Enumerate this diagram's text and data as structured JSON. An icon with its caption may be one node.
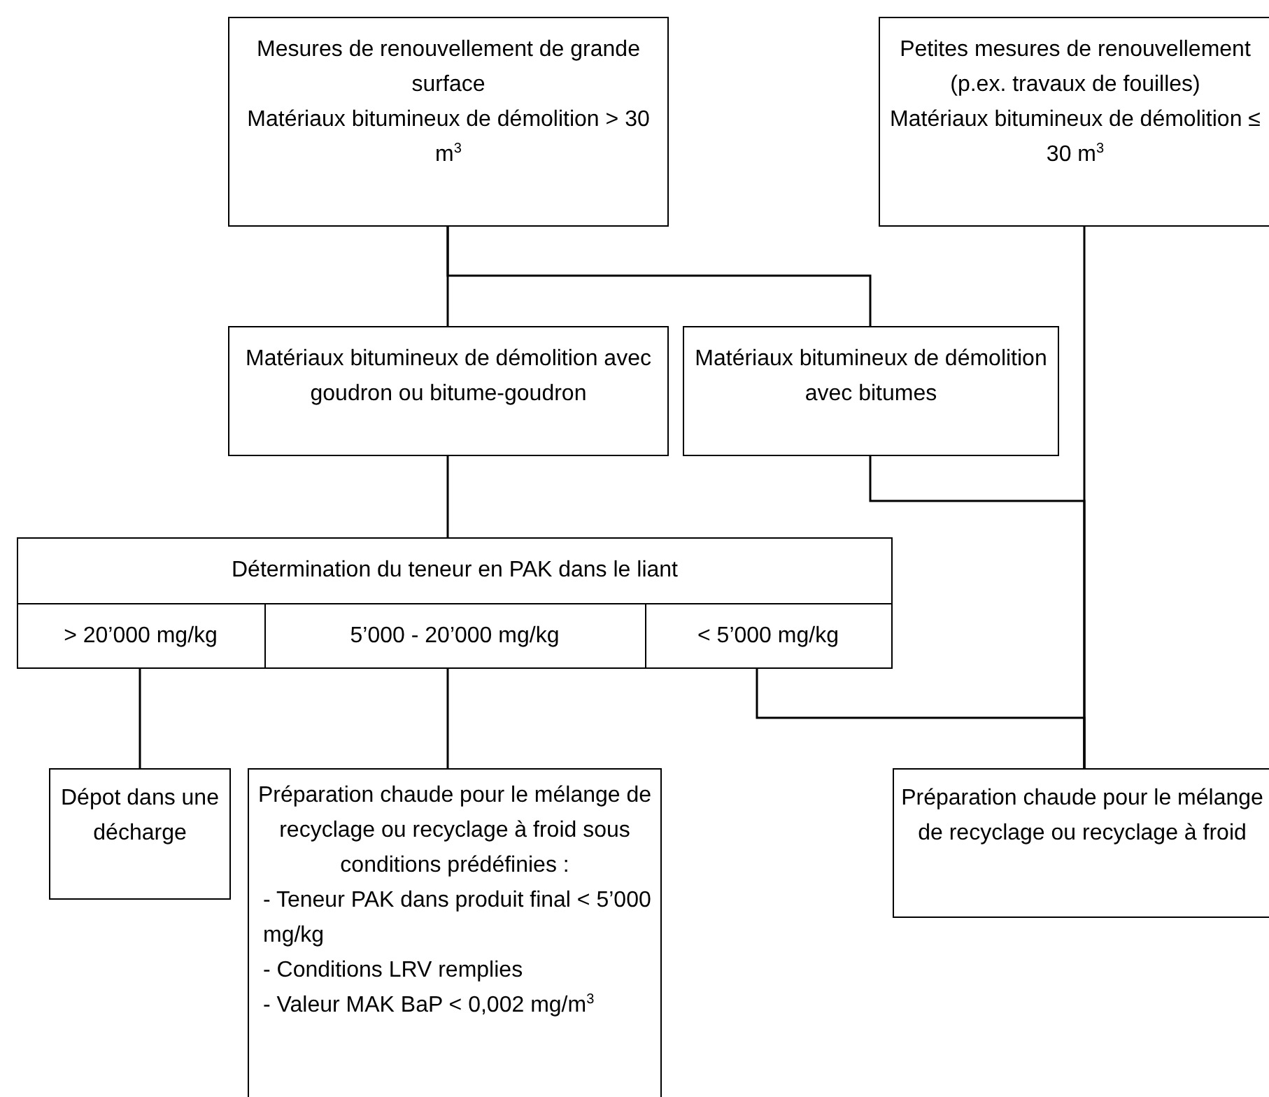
{
  "diagram": {
    "nodes": [
      {
        "text": [
          "Mesures de renouvellement de grande surface",
          "Matériaux bitumineux de démolition > 30 m$^{3}$"
        ]
      },
      {
        "text": [
          "Petites mesures de renouvellement (p.ex. travaux de fouilles)",
          "Matériaux bitumineux de démolition ≤ 30 m$^{3}$"
        ]
      },
      {
        "text": [
          "Matériaux bitumineux de démolition avec goudron ou bitume-goudron"
        ]
      },
      {
        "text": [
          "Matériaux bitumineux de démolition avec bitumes"
        ]
      },
      {
        "text": [
          "Détermination du teneur en PAK dans le liant"
        ]
      },
      {
        "text": [
          "> 20’000 mg/kg"
        ],
        "in": 4
      },
      {
        "text": [
          "5’000 - 20’000 mg/kg"
        ],
        "in": 4
      },
      {
        "text": [
          "< 5’000 mg/kg"
        ],
        "in": 4
      },
      {
        "text": [
          "Dépot dans une décharge"
        ]
      },
      {
        "text": [
          "Préparation chaude pour le mélange de recyclage ou recyclage à froid sous conditions prédéfinies :",
          "- Teneur PAK dans produit final < 5’000 mg/kg",
          "- Conditions LRV remplies",
          "- Valeur MAK BaP < 0,002 mg/m$^{3}$"
        ]
      },
      {
        "text": [
          "Préparation chaude pour le mélange de recyclage ou recyclage à froid"
        ]
      }
    ],
    "edges": [
      {
        "from": 0,
        "to": 2,
        "arrow": "none"
      },
      {
        "from": 0,
        "to": 3,
        "arrow": "none"
      },
      {
        "from": 1,
        "to": 10,
        "arrow": "none"
      },
      {
        "from": 2,
        "to": 4,
        "arrow": "none"
      },
      {
        "from": 3,
        "to": 10,
        "arrow": "none"
      },
      {
        "from": 7,
        "to": 10,
        "arrow": "none"
      },
      {
        "from": 5,
        "to": 8,
        "arrow": "none"
      },
      {
        "from": 6,
        "to": 9,
        "arrow": "none"
      }
    ]
  }
}
